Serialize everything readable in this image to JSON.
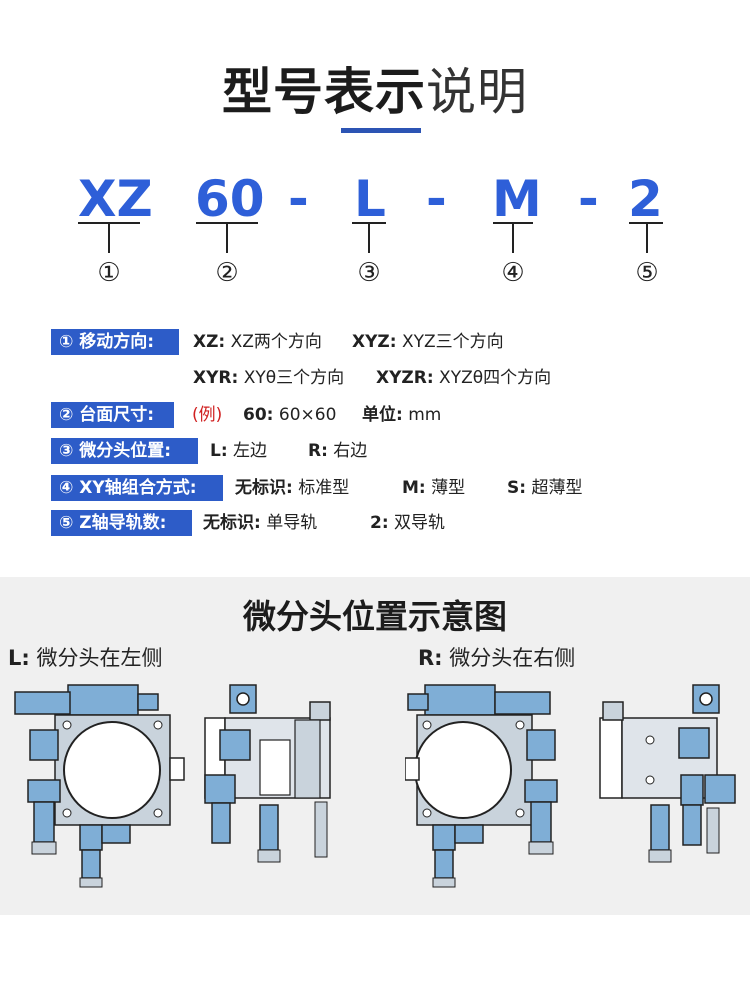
{
  "header": {
    "title_bold": "型号表示",
    "title_light": "说明"
  },
  "model_code": {
    "segments": [
      "XZ",
      "60",
      "-",
      "L",
      "-",
      "M",
      "-",
      "2"
    ],
    "markers": [
      "①",
      "②",
      "③",
      "④",
      "⑤"
    ]
  },
  "rows": {
    "r1": {
      "label": "① 移动方向:",
      "a_key": "XZ:",
      "a_val": "XZ两个方向",
      "b_key": "XYZ:",
      "b_val": "XYZ三个方向"
    },
    "r1b": {
      "a_key": "XYR:",
      "a_val": "XYθ三个方向",
      "b_key": "XYZR:",
      "b_val": "XYZθ四个方向"
    },
    "r2": {
      "label": "② 台面尺寸:",
      "example": "(例)",
      "a_key": "60:",
      "a_val": "60×60",
      "b_key": "单位:",
      "b_val": "mm"
    },
    "r3": {
      "label": "③ 微分头位置:",
      "a_key": "L:",
      "a_val": "左边",
      "b_key": "R:",
      "b_val": "右边"
    },
    "r4": {
      "label": "④ XY轴组合方式:",
      "a_key": "无标识:",
      "a_val": "标准型",
      "b_key": "M:",
      "b_val": "薄型",
      "c_key": "S:",
      "c_val": "超薄型"
    },
    "r5": {
      "label": "⑤ Z轴导轨数:",
      "a_key": "无标识:",
      "a_val": "单导轨",
      "b_key": "2:",
      "b_val": "双导轨"
    }
  },
  "diagram": {
    "title": "微分头位置示意图",
    "left": {
      "key": "L:",
      "text": "微分头在左侧"
    },
    "right": {
      "key": "R:",
      "text": "微分头在右侧"
    }
  },
  "colors": {
    "accent": "#2e5fd8",
    "label_bg": "#2d5cc8",
    "example": "#d02020",
    "steel": "#7faed6"
  }
}
